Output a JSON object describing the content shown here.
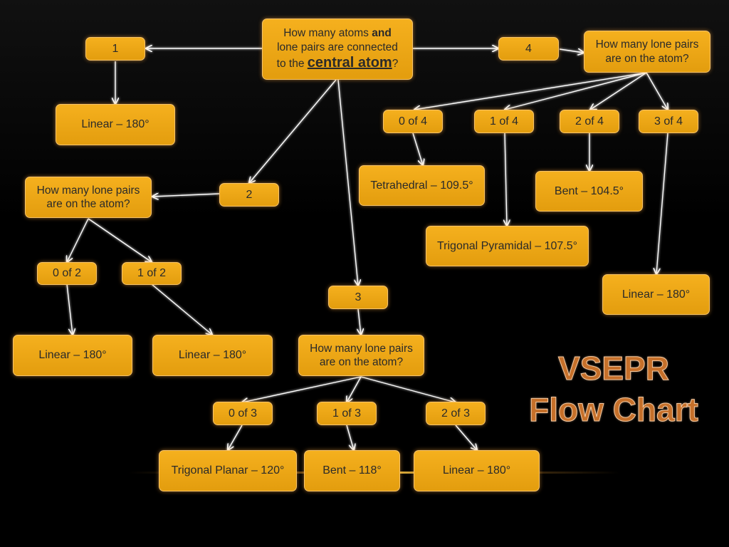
{
  "title": {
    "line1": "VSEPR",
    "line2": "Flow Chart"
  },
  "start": {
    "l1a": "How many atoms ",
    "l1b": "and",
    "l2": "lone pairs are connected",
    "l3a": "to the ",
    "l3b": "central atom",
    "l3c": "?"
  },
  "n1": "1",
  "n1_linear": "Linear – 180°",
  "n2": "2",
  "n2_question": {
    "l1": "How many lone pairs",
    "l2": "are on the atom?"
  },
  "n2_0": "0 of 2",
  "n2_1": "1 of 2",
  "n2_0_result": "Linear – 180°",
  "n2_1_result": "Linear – 180°",
  "n3": "3",
  "n3_question": {
    "l1": "How many lone pairs",
    "l2": "are on the atom?"
  },
  "n3_0": "0 of 3",
  "n3_1": "1 of 3",
  "n3_2": "2 of 3",
  "n3_0_result": "Trigonal Planar – 120°",
  "n3_1_result": "Bent – 118°",
  "n3_2_result": "Linear – 180°",
  "n4": "4",
  "n4_question": {
    "l1": "How many lone pairs",
    "l2": "are on the atom?"
  },
  "n4_0": "0 of 4",
  "n4_1": "1 of 4",
  "n4_2": "2 of 4",
  "n4_3": "3 of 4",
  "n4_0_result": "Tetrahedral – 109.5°",
  "n4_1_result": "Trigonal Pyramidal – 107.5°",
  "n4_2_result": "Bent – 104.5°",
  "n4_3_result": "Linear – 180°",
  "colors": {
    "box": "#f0a716",
    "arrow": "#ffffff",
    "title": "#c6702a",
    "background": "#000000"
  }
}
